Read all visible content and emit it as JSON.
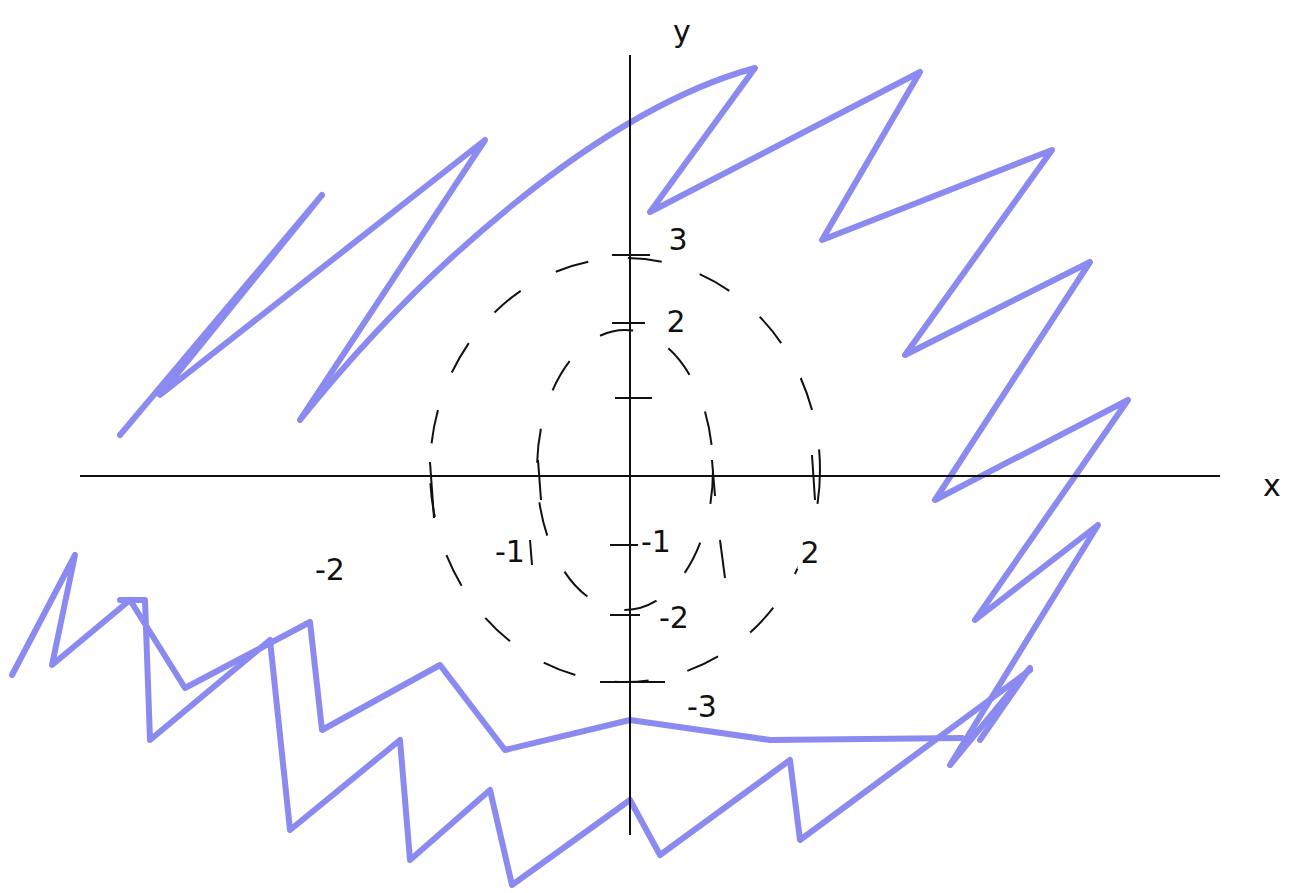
{
  "diagram": {
    "labels": [
      "y",
      "x",
      "3",
      "2",
      "-2",
      "-1",
      "-1",
      "2",
      "-2",
      "-3"
    ]
  }
}
